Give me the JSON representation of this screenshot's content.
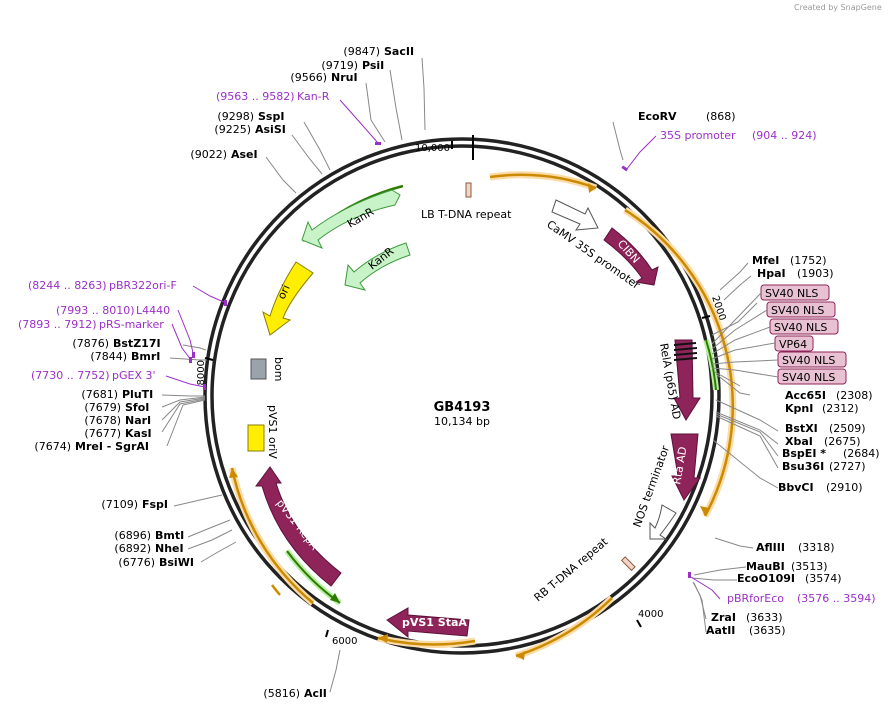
{
  "brand": "Created by SnapGene",
  "plasmid": {
    "name": "GB4193",
    "size": "10,134 bp"
  },
  "ticks": [
    "10,000",
    "2000",
    "4000",
    "6000",
    "8000"
  ],
  "sites": [
    {
      "pos": "(9847)",
      "name": "SacII"
    },
    {
      "pos": "(9719)",
      "name": "PsiI"
    },
    {
      "pos": "(9566)",
      "name": "NruI"
    },
    {
      "pos": "(9298)",
      "name": "SspI"
    },
    {
      "pos": "(9225)",
      "name": "AsiSI"
    },
    {
      "pos": "(9022)",
      "name": "AseI"
    },
    {
      "pos": "(7876)",
      "name": "BstZ17I"
    },
    {
      "pos": "(7844)",
      "name": "BmrI"
    },
    {
      "pos": "(7681)",
      "name": "PluTI"
    },
    {
      "pos": "(7679)",
      "name": "SfoI"
    },
    {
      "pos": "(7678)",
      "name": "NarI"
    },
    {
      "pos": "(7677)",
      "name": "KasI"
    },
    {
      "pos": "(7674)",
      "name": "MreI  - SgrAI"
    },
    {
      "pos": "(7109)",
      "name": "FspI"
    },
    {
      "pos": "(6896)",
      "name": "BmtI"
    },
    {
      "pos": "(6892)",
      "name": "NheI"
    },
    {
      "pos": "(6776)",
      "name": "BsiWI"
    },
    {
      "pos": "(5816)",
      "name": "AclI"
    },
    {
      "pos": "(868)",
      "name": "EcoRV"
    },
    {
      "pos": "(1752)",
      "name": "MfeI"
    },
    {
      "pos": "(1903)",
      "name": "HpaI"
    },
    {
      "pos": "(2308)",
      "name": "Acc65I"
    },
    {
      "pos": "(2312)",
      "name": "KpnI"
    },
    {
      "pos": "(2509)",
      "name": "BstXI"
    },
    {
      "pos": "(2675)",
      "name": "XbaI"
    },
    {
      "pos": "(2684)",
      "name": "BspEI *"
    },
    {
      "pos": "(2727)",
      "name": "Bsu36I"
    },
    {
      "pos": "(2910)",
      "name": "BbvCI"
    },
    {
      "pos": "(3318)",
      "name": "AflIII"
    },
    {
      "pos": "(3513)",
      "name": "MauBI"
    },
    {
      "pos": "(3574)",
      "name": "EcoO109I"
    },
    {
      "pos": "(3633)",
      "name": "ZraI"
    },
    {
      "pos": "(3635)",
      "name": "AatII"
    }
  ],
  "primers": [
    {
      "range": "(9563 .. 9582)",
      "name": "Kan-R"
    },
    {
      "range": "(904 .. 924)",
      "name": "35S promoter"
    },
    {
      "range": "(8244 .. 8263)",
      "name": "pBR322ori-F"
    },
    {
      "range": "(7993 .. 8010)",
      "name": "L4440"
    },
    {
      "range": "(7893 .. 7912)",
      "name": "pRS-marker"
    },
    {
      "range": "(7730 .. 7752)",
      "name": "pGEX 3'"
    },
    {
      "range": "(3576 .. 3594)",
      "name": "pBRforEco"
    }
  ],
  "nls_boxes": [
    "SV40 NLS",
    "SV40 NLS",
    "SV40 NLS",
    "VP64",
    "SV40 NLS",
    "SV40 NLS"
  ],
  "features": {
    "lb": "LB T-DNA repeat",
    "kanr1": "KanR",
    "kanr2": "KanR",
    "ori": "ori",
    "bom": "bom",
    "pvs1_oriv": "pVS1 oriV",
    "pvs1_repa": "pVS1 RepA",
    "pvs1_staa": "pVS1 StaA",
    "camv": "CaMV 35S promoter",
    "cibn": "CIBN",
    "rela": "RelA (p65) AD",
    "rta": "Rta AD",
    "nos": "NOS terminator",
    "rb": "RB T-DNA repeat"
  },
  "colors": {
    "maroon": "#8e2459",
    "green_fill": "#c8f2c8",
    "green_dark": "#2f7a00",
    "yellow": "#ffee00",
    "orange": "#cc8a00",
    "orange_glow": "#fbdba6",
    "primer": "#9b30c8",
    "nls_fill": "#e8c2d2"
  }
}
